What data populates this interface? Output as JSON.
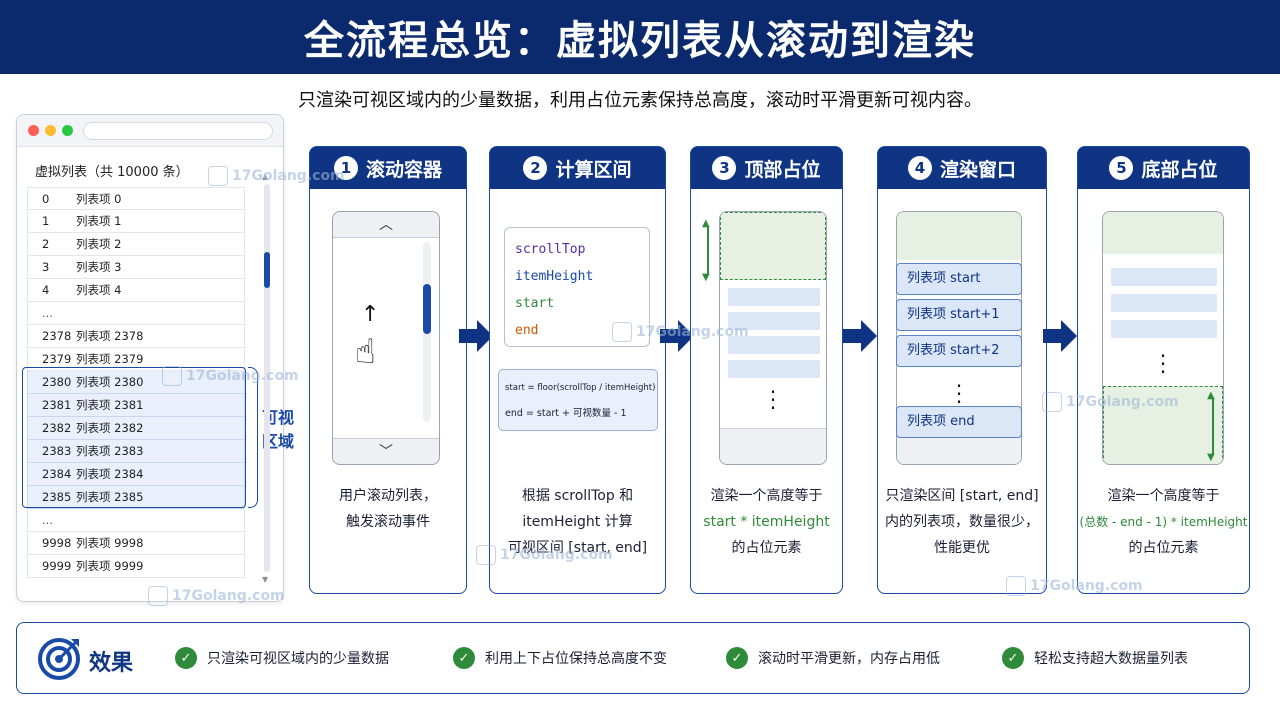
{
  "title": "全流程总览：虚拟列表从滚动到渲染",
  "subtitle": "只渲染可视区域内的少量数据，利用占位元素保持总高度，滚动时平滑更新可视内容。",
  "browser": {
    "list_title": "虚拟列表（共 10000 条）",
    "rows": [
      {
        "idx": "0",
        "label": "列表项 0"
      },
      {
        "idx": "1",
        "label": "列表项 1"
      },
      {
        "idx": "2",
        "label": "列表项 2"
      },
      {
        "idx": "3",
        "label": "列表项 3"
      },
      {
        "idx": "4",
        "label": "列表项 4"
      },
      {
        "idx": "...",
        "label": ""
      },
      {
        "idx": "2378",
        "label": "列表项 2378"
      },
      {
        "idx": "2379",
        "label": "列表项 2379"
      },
      {
        "idx": "2380",
        "label": "列表项 2380",
        "visible": true
      },
      {
        "idx": "2381",
        "label": "列表项 2381",
        "visible": true
      },
      {
        "idx": "2382",
        "label": "列表项 2382",
        "visible": true
      },
      {
        "idx": "2383",
        "label": "列表项 2383",
        "visible": true
      },
      {
        "idx": "2384",
        "label": "列表项 2384",
        "visible": true
      },
      {
        "idx": "2385",
        "label": "列表项 2385",
        "visible": true
      },
      {
        "idx": "...",
        "label": ""
      },
      {
        "idx": "9998",
        "label": "列表项 9998"
      },
      {
        "idx": "9999",
        "label": "列表项 9999"
      }
    ],
    "visible_label": "可视区域"
  },
  "steps": [
    {
      "num": "1",
      "title": "滚动容器",
      "desc": [
        "用户滚动列表，",
        "触发滚动事件"
      ]
    },
    {
      "num": "2",
      "title": "计算区间",
      "desc": [
        "根据 scrollTop 和",
        "itemHeight 计算",
        "可视区间 [start, end]"
      ],
      "code": [
        "scrollTop",
        "itemHeight",
        "start",
        "end"
      ],
      "formula": [
        "start = floor(scrollTop / itemHeight)",
        "end = start + 可视数量 - 1"
      ]
    },
    {
      "num": "3",
      "title": "顶部占位",
      "desc": [
        "渲染一个高度等于",
        "start * itemHeight",
        "的占位元素"
      ]
    },
    {
      "num": "4",
      "title": "渲染窗口",
      "desc": [
        "只渲染区间 [start, end]",
        "内的列表项，数量很少，",
        "性能更优"
      ],
      "items": [
        "列表项 start",
        "列表项 start+1",
        "列表项 start+2",
        "列表项 end"
      ]
    },
    {
      "num": "5",
      "title": "底部占位",
      "desc": [
        "渲染一个高度等于",
        "(总数 - end - 1) * itemHeight",
        "的占位元素"
      ]
    }
  ],
  "effects": {
    "title": "效果",
    "items": [
      "只渲染可视区域内的少量数据",
      "利用上下占位保持总高度不变",
      "滚动时平滑更新，内存占用低",
      "轻松支持超大数据量列表"
    ]
  },
  "watermark": "17Golang.com",
  "colors": {
    "navy": "#0b2a6e",
    "accent": "#1a4aa8",
    "green": "#2e8b3a"
  }
}
